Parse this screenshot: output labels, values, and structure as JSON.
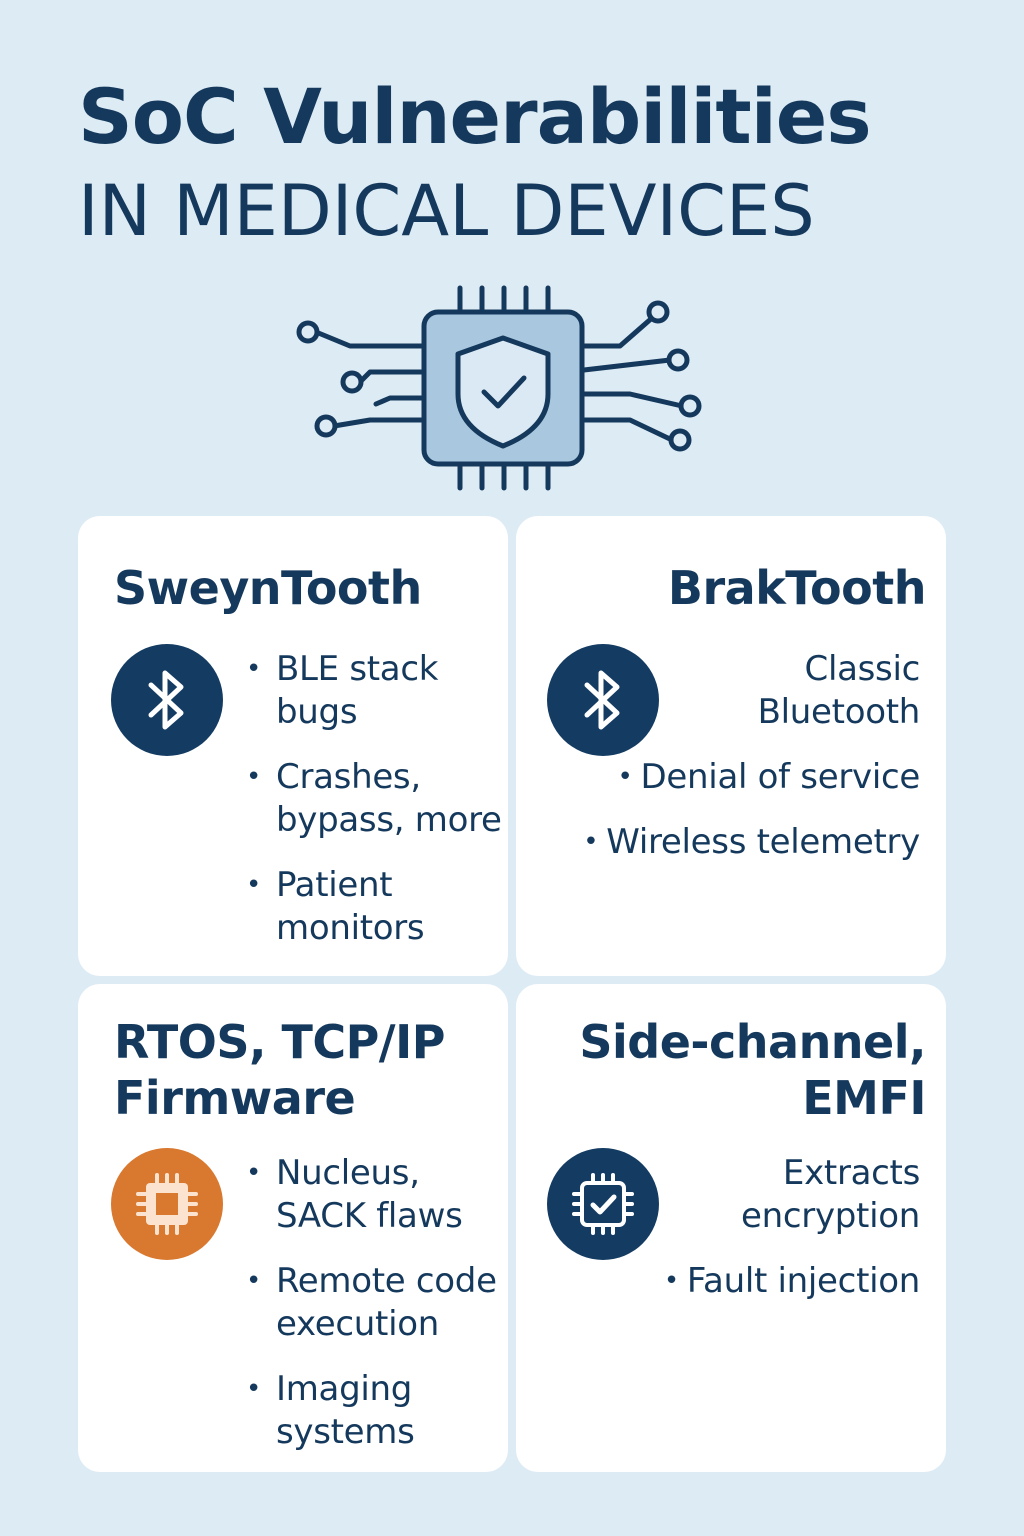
{
  "header": {
    "title_line1": "SoC Vulnerabilities",
    "title_line2": "IN MEDICAL DEVICES",
    "hero_icon": "chip-shield-check-icon"
  },
  "colors": {
    "background": "#ddebf5",
    "navy": "#15395c",
    "card": "#ffffff",
    "orange": "#d9782f"
  },
  "cards": [
    {
      "title": "SweynTooth",
      "icon": "bluetooth-icon",
      "bullets": [
        "BLE stack bugs",
        "Crashes, bypass, more",
        "Patient monitors"
      ]
    },
    {
      "title": "BrakTooth",
      "icon": "bluetooth-icon",
      "bullets": [
        "Classic Bluetooth",
        "Denial of service",
        "Wireless telemetry"
      ]
    },
    {
      "title": "RTOS, TCP/IP Firmware",
      "icon": "chip-icon",
      "bullets": [
        "Nucleus, SACK flaws",
        "Remote code execution",
        "Imaging systems"
      ]
    },
    {
      "title": "Side-channel, EMFI",
      "icon": "chip-check-icon",
      "bullets": [
        "Extracts encryption",
        "Fault injection"
      ]
    }
  ]
}
